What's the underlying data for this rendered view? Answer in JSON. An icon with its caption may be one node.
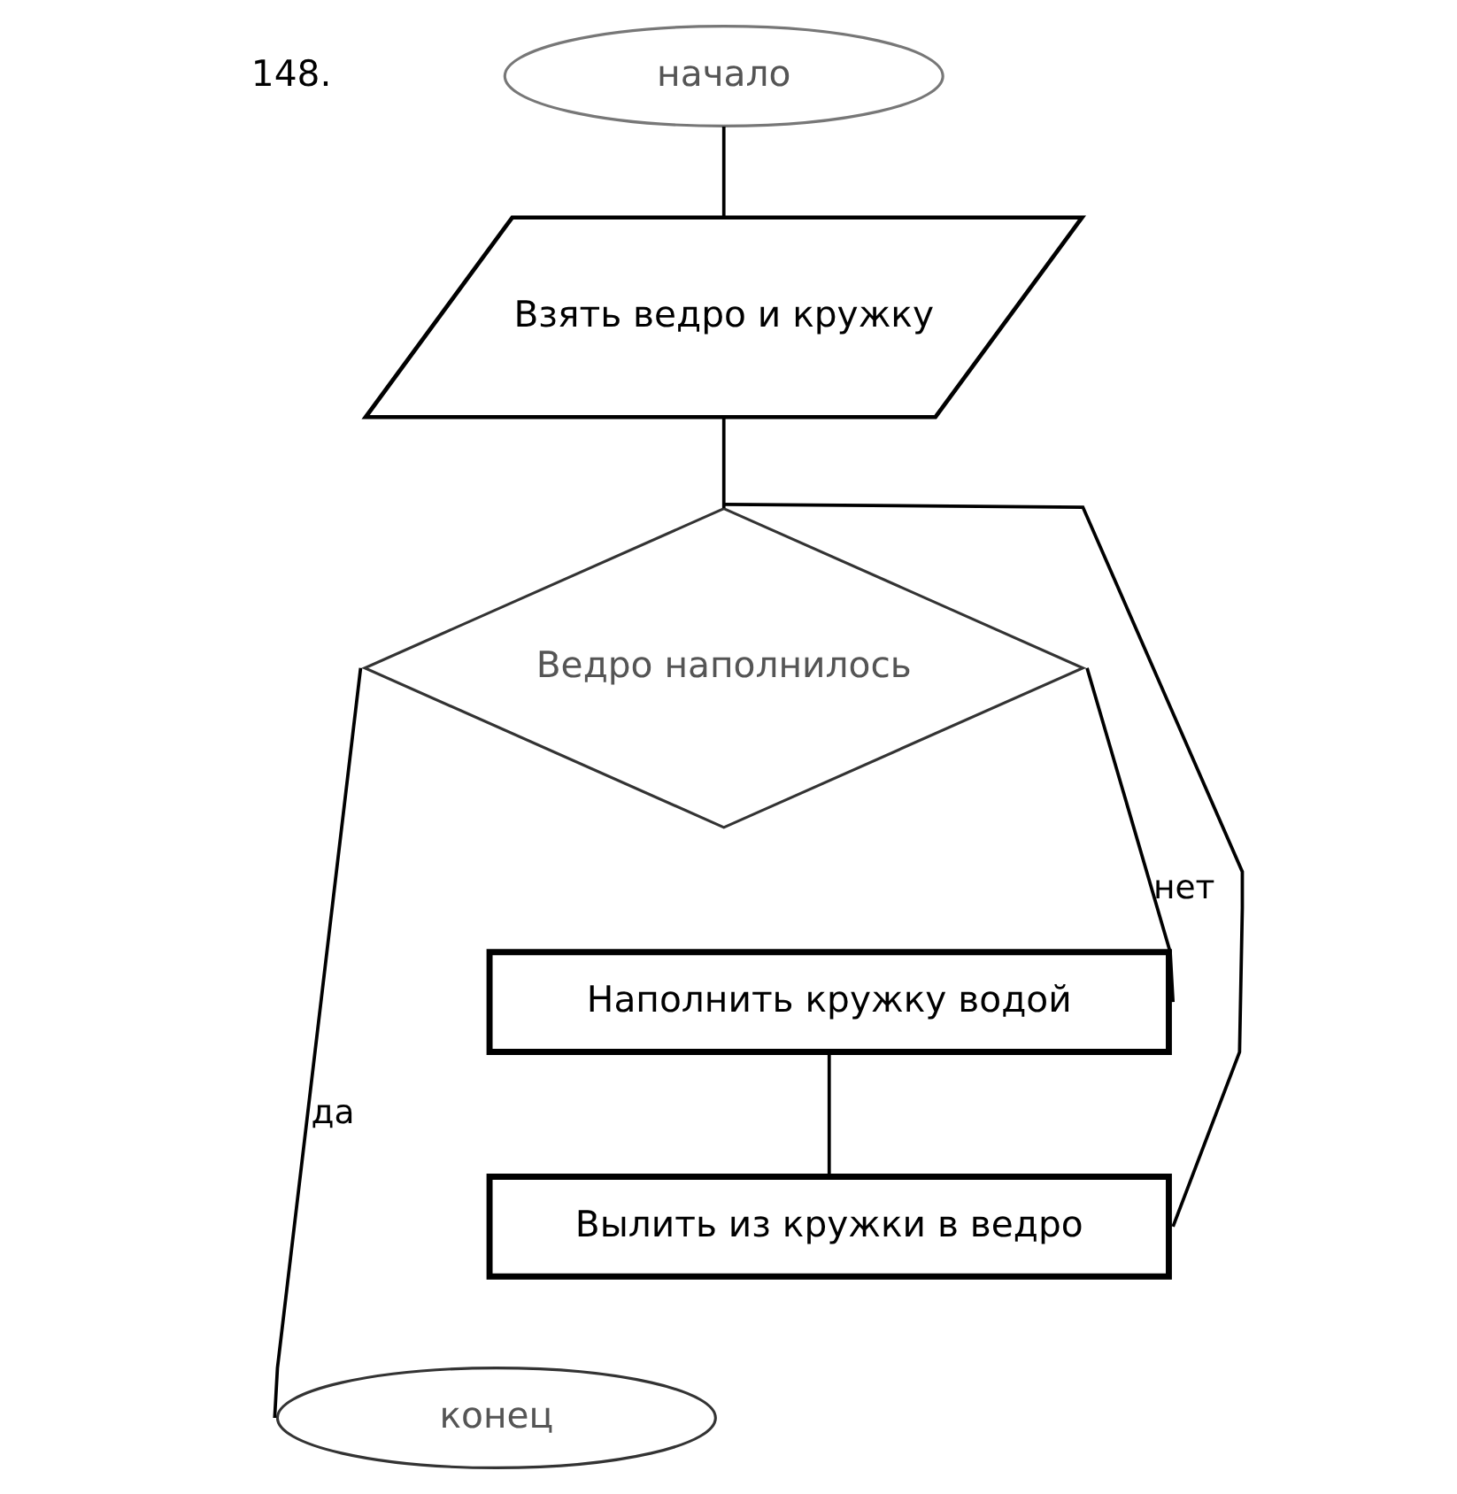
{
  "diagram": {
    "nodes": [
      {
        "text": [
          "начало"
        ]
      },
      {
        "text": [
          "Взять ведро и кружку"
        ]
      },
      {
        "text": [
          "Ведро наполнилось"
        ]
      },
      {
        "text": [
          "Наполнить кружку водой"
        ]
      },
      {
        "text": [
          "Вылить из кружки в ведро"
        ]
      },
      {
        "text": [
          "конец"
        ]
      }
    ],
    "edges": [
      {
        "from": 0,
        "to": 1,
        "arrow": "none"
      },
      {
        "from": 1,
        "to": 2,
        "arrow": "none"
      },
      {
        "from": 2,
        "to": 5,
        "arrow": "none",
        "label": "да"
      },
      {
        "from": 2,
        "to": 3,
        "arrow": "none",
        "label": "нет"
      },
      {
        "from": 3,
        "to": 4,
        "arrow": "none"
      },
      {
        "from": 4,
        "to": 2,
        "arrow": "none"
      }
    ],
    "labels": [
      "148."
    ]
  }
}
